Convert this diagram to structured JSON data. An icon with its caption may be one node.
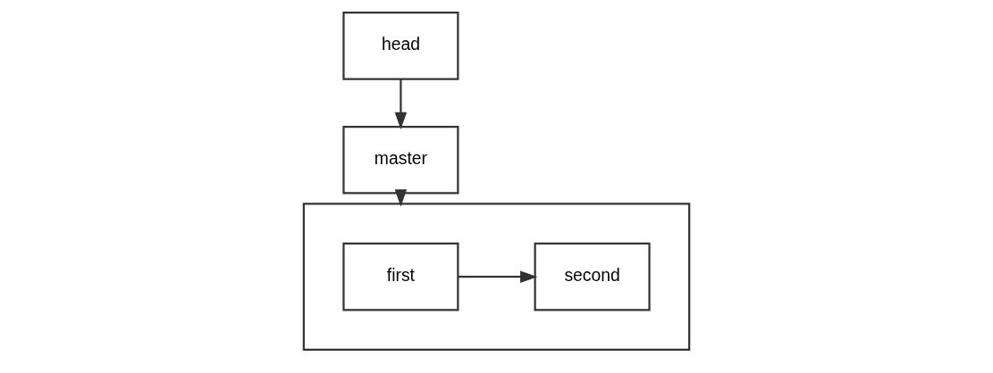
{
  "diagram": {
    "nodes": [
      {
        "text": [
          "head"
        ]
      },
      {
        "text": [
          "master"
        ]
      },
      {
        "text": [],
        "shape": "box"
      },
      {
        "text": [
          "first"
        ],
        "in": 2
      },
      {
        "text": [
          "second"
        ],
        "in": 2
      }
    ],
    "edges": [
      {
        "from": 0,
        "to": 1,
        "arrow": "to"
      },
      {
        "from": 1,
        "to": 2,
        "arrow": "to"
      },
      {
        "from": 3,
        "to": 4,
        "arrow": "to"
      }
    ]
  }
}
